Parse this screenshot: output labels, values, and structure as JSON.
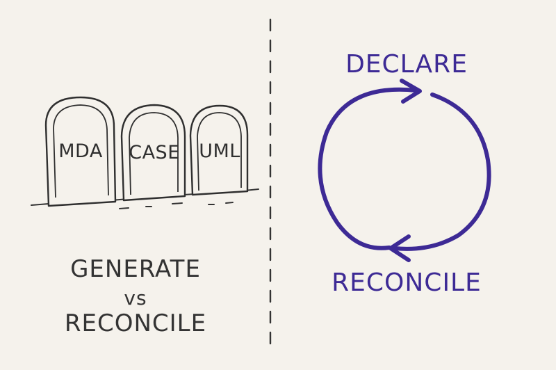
{
  "tombstones": [
    {
      "label": "MDA"
    },
    {
      "label": "CASE"
    },
    {
      "label": "UML"
    }
  ],
  "comparison": {
    "line1": "GENERATE",
    "line2": "vs",
    "line3": "RECONCILE"
  },
  "cycle": {
    "top_label": "DECLARE",
    "bottom_label": "RECONCILE"
  },
  "colors": {
    "ink": "#333333",
    "accent": "#3d2a95",
    "background": "#f5f2ec"
  }
}
